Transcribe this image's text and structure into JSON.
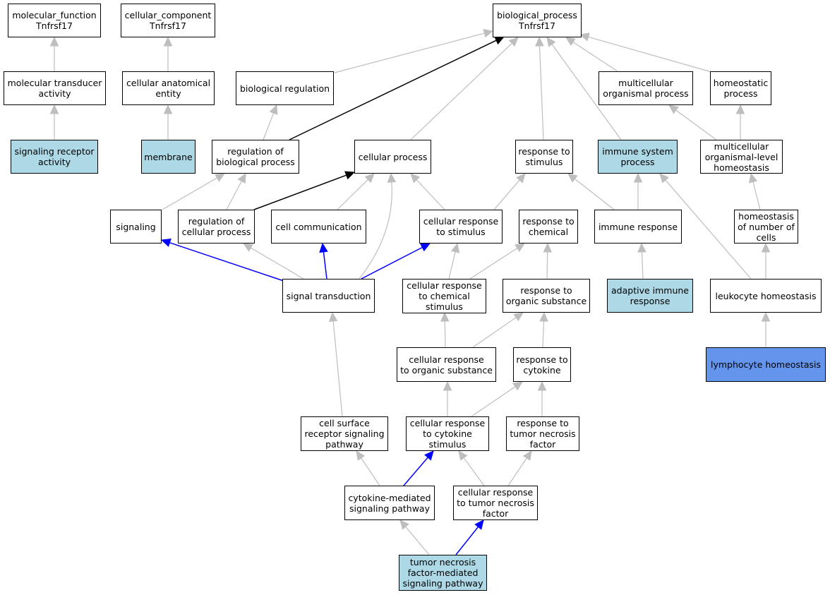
{
  "graph": {
    "colors": {
      "node_fill": "#ffffff",
      "annotated_fill": "#add8e6",
      "focus_fill": "#6495ed",
      "edge_gray": "#bebebe",
      "edge_black": "#000000",
      "edge_blue": "#0000ff"
    },
    "nodes": {
      "mf_root": {
        "label": "molecular_function\nTnfrsf17"
      },
      "cc_root": {
        "label": "cellular_component\nTnfrsf17"
      },
      "bp_root": {
        "label": "biological_process\nTnfrsf17"
      },
      "mol_transducer": {
        "label": "molecular transducer\nactivity"
      },
      "cell_anat_entity": {
        "label": "cellular anatomical\nentity"
      },
      "bio_regulation": {
        "label": "biological regulation"
      },
      "multicell_proc": {
        "label": "multicellular\norganismal process"
      },
      "homeostatic_proc": {
        "label": "homeostatic\nprocess"
      },
      "sig_receptor": {
        "label": "signaling receptor\nactivity"
      },
      "membrane": {
        "label": "membrane"
      },
      "reg_bio_proc": {
        "label": "regulation of\nbiological process"
      },
      "cellular_proc": {
        "label": "cellular process"
      },
      "resp_stimulus": {
        "label": "response to\nstimulus"
      },
      "immune_sys_proc": {
        "label": "immune system\nprocess"
      },
      "multicell_homeo": {
        "label": "multicellular\norganismal-level\nhomeostasis"
      },
      "signaling": {
        "label": "signaling"
      },
      "reg_cell_proc": {
        "label": "regulation of\ncellular process"
      },
      "cell_comm": {
        "label": "cell communication"
      },
      "cell_resp_stim": {
        "label": "cellular response\nto stimulus"
      },
      "resp_chemical": {
        "label": "response to\nchemical"
      },
      "immune_resp": {
        "label": "immune response"
      },
      "homeo_num_cells": {
        "label": "homeostasis\nof number of\ncells"
      },
      "signal_trans": {
        "label": "signal transduction"
      },
      "cell_resp_chem": {
        "label": "cellular response\nto chemical\nstimulus"
      },
      "resp_org_sub": {
        "label": "response to\norganic substance"
      },
      "adaptive_immune": {
        "label": "adaptive immune\nresponse"
      },
      "leuk_homeo": {
        "label": "leukocyte homeostasis"
      },
      "cell_resp_org_sub": {
        "label": "cellular response\nto organic substance"
      },
      "resp_cytokine": {
        "label": "response to\ncytokine"
      },
      "lymph_homeo": {
        "label": "lymphocyte homeostasis"
      },
      "cell_surface_rec": {
        "label": "cell surface\nreceptor signaling\npathway"
      },
      "cell_resp_cytokine": {
        "label": "cellular response\nto cytokine\nstimulus"
      },
      "resp_tnf": {
        "label": "response to\ntumor necrosis\nfactor"
      },
      "cytokine_med": {
        "label": "cytokine-mediated\nsignaling pathway"
      },
      "cell_resp_tnf": {
        "label": "cellular response\nto tumor necrosis\nfactor"
      },
      "tnf_pathway": {
        "label": "tumor necrosis\nfactor-mediated\nsignaling pathway"
      }
    }
  }
}
